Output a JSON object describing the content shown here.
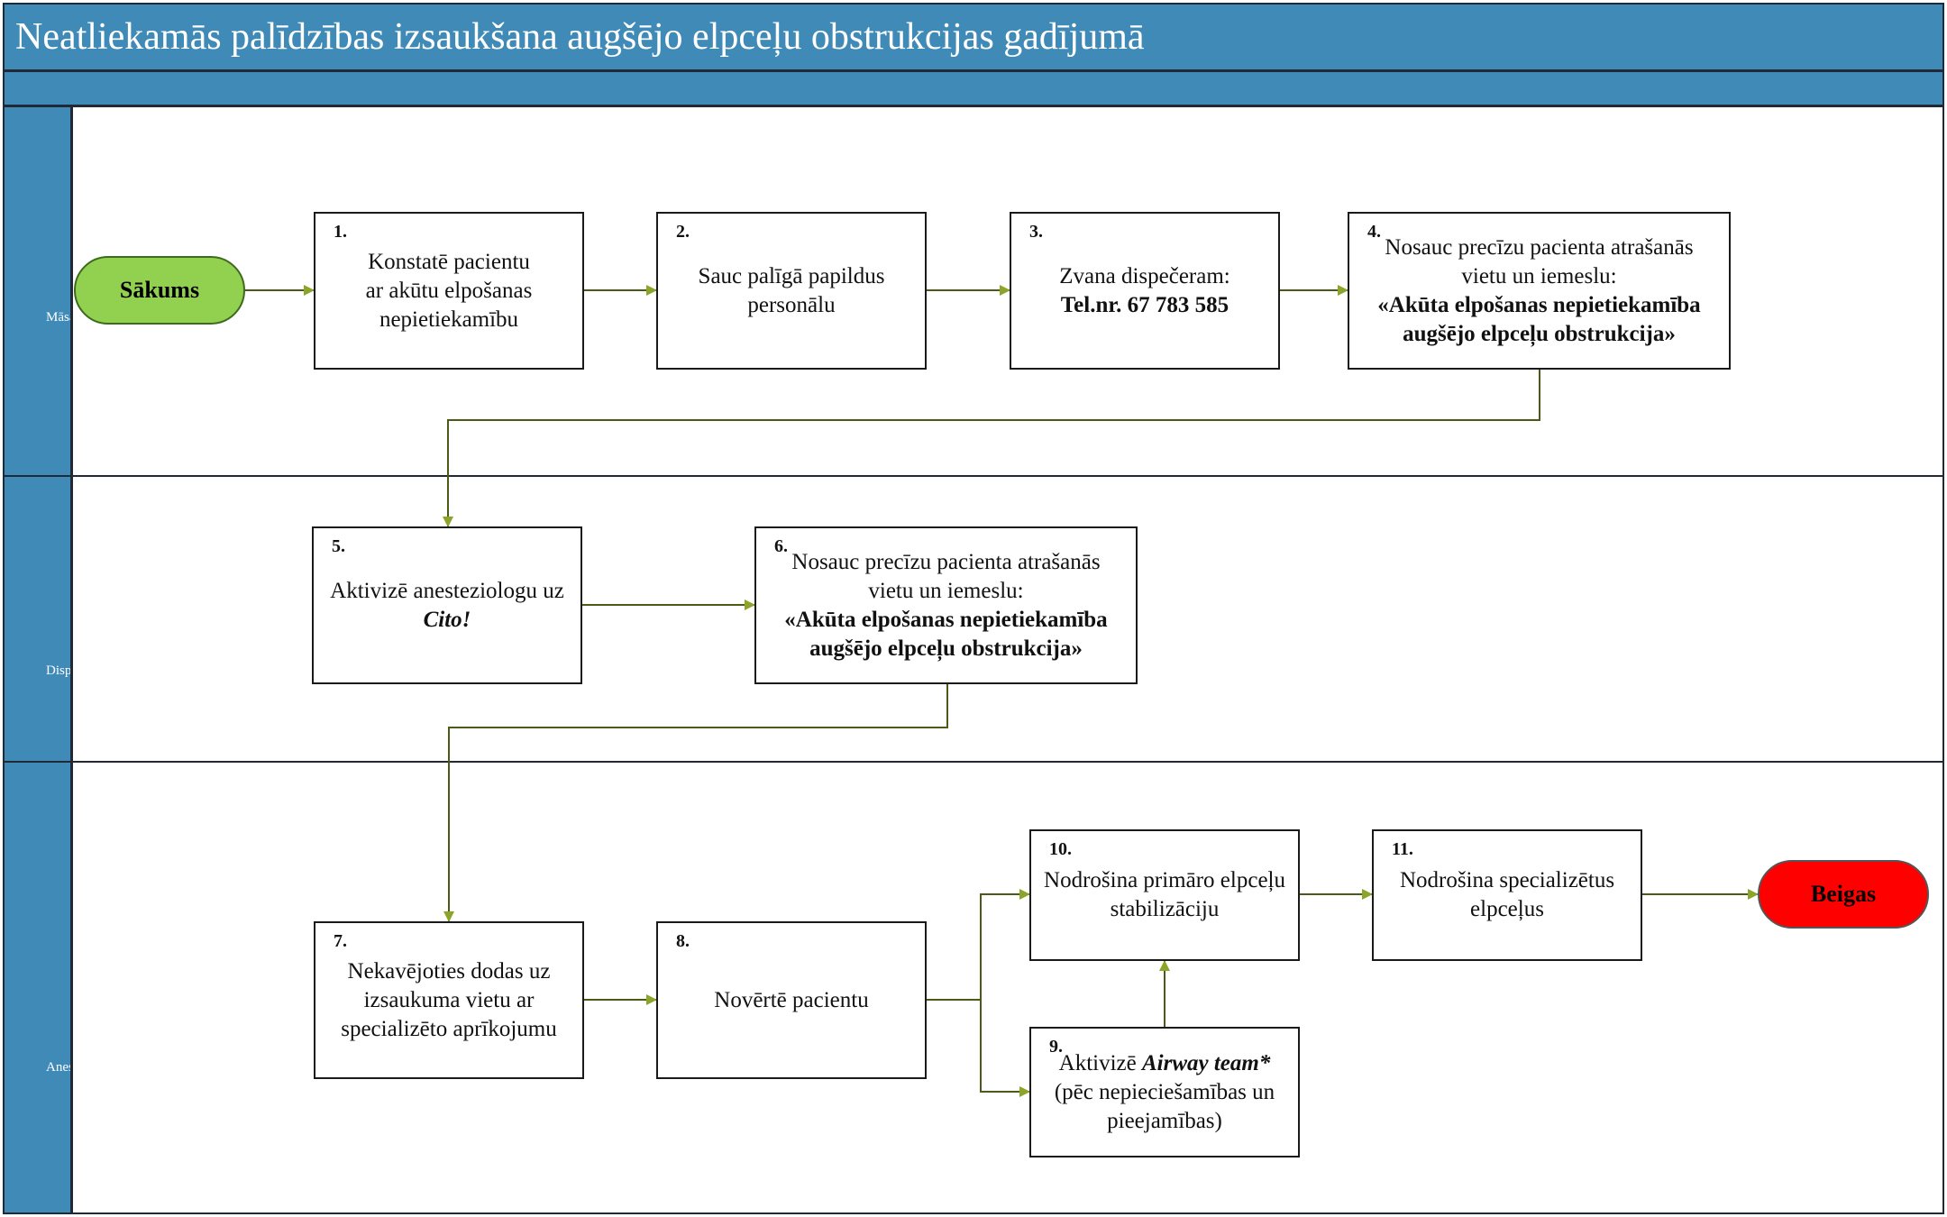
{
  "title": "Neatliekamās palīdzības izsaukšana  augšējo elpceļu obstrukcijas gadījumā",
  "lanes": [
    {
      "label": "Māsa"
    },
    {
      "label": "Dispečers"
    },
    {
      "label": "Anesteziologs"
    }
  ],
  "start": {
    "label": "Sākums",
    "color": "#92d050"
  },
  "end": {
    "label": "Beigas",
    "color": "#ff0000"
  },
  "colors": {
    "header": "#408ab8",
    "connector": "#8aa52a",
    "line": "#4b5a14"
  },
  "steps": {
    "s1": {
      "num": "1.",
      "line1": "Konstatē pacientu",
      "line2": "ar akūtu elpošanas",
      "line3": "nepietiekamību"
    },
    "s2": {
      "num": "2.",
      "line1": "Sauc palīgā papildus",
      "line2": "personālu"
    },
    "s3": {
      "num": "3.",
      "line1": "Zvana dispečeram:",
      "line2": "Tel.nr. 67 783 585"
    },
    "s4": {
      "num": "4.",
      "line1": "Nosauc precīzu pacienta atrašanās",
      "line2": "vietu un iemeslu:",
      "line3": "«Akūta elpošanas nepietiekamība",
      "line4": "augšējo elpceļu obstrukcija»"
    },
    "s5": {
      "num": "5.",
      "line1": "Aktivizē anesteziologu uz",
      "line2": "Cito!"
    },
    "s6": {
      "num": "6.",
      "line1": "Nosauc precīzu pacienta atrašanās",
      "line2": "vietu un iemeslu:",
      "line3": "«Akūta elpošanas nepietiekamība",
      "line4": "augšējo elpceļu obstrukcija»"
    },
    "s7": {
      "num": "7.",
      "line1": "Nekavējoties dodas uz",
      "line2": "izsaukuma vietu ar",
      "line3": "specializēto aprīkojumu"
    },
    "s8": {
      "num": "8.",
      "line1": "Novērtē pacientu"
    },
    "s9": {
      "num": "9.",
      "line1_a": "Aktivizē ",
      "line1_b": "Airway team*",
      "line2": "(pēc nepieciešamības un",
      "line3": "pieejamības)"
    },
    "s10": {
      "num": "10.",
      "line1": "Nodrošina primāro elpceļu",
      "line2": "stabilizāciju"
    },
    "s11": {
      "num": "11.",
      "line1": "Nodrošina specializētus",
      "line2": "elpceļus"
    }
  }
}
